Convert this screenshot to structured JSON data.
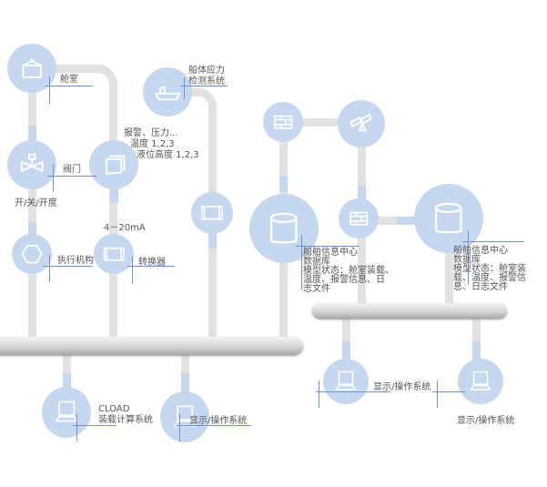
{
  "labels": {
    "cabin": "舱室",
    "hull_stress": [
      "船体应力",
      "检测系统"
    ],
    "alarm": [
      "报警、压力...",
      "温度 1,2,3",
      "液位高度 1,2,3"
    ],
    "valve": "阀门",
    "valve_state": "开/关/开度",
    "signal": "4－20mA",
    "actuator": "执行机构",
    "converter": "转换器",
    "db1": [
      "船舶信息中心",
      "数据库",
      "模型状态：舱室装载、",
      "温度、报警信息、日",
      "志文件"
    ],
    "db2": [
      "船舶信息中心",
      "数据库",
      "模型状态：舱室装",
      "载、温度、报警信",
      "息、日志文件"
    ],
    "cload": [
      "CLOAD",
      "装载计算系统"
    ],
    "display1": "显示/操作系统",
    "display2": "显示/操作系统",
    "display3": "显示/操作系统"
  },
  "colors": {
    "node": "#c6d8f0",
    "pipe": "#e2e2e2",
    "line": "#6d93d3"
  }
}
